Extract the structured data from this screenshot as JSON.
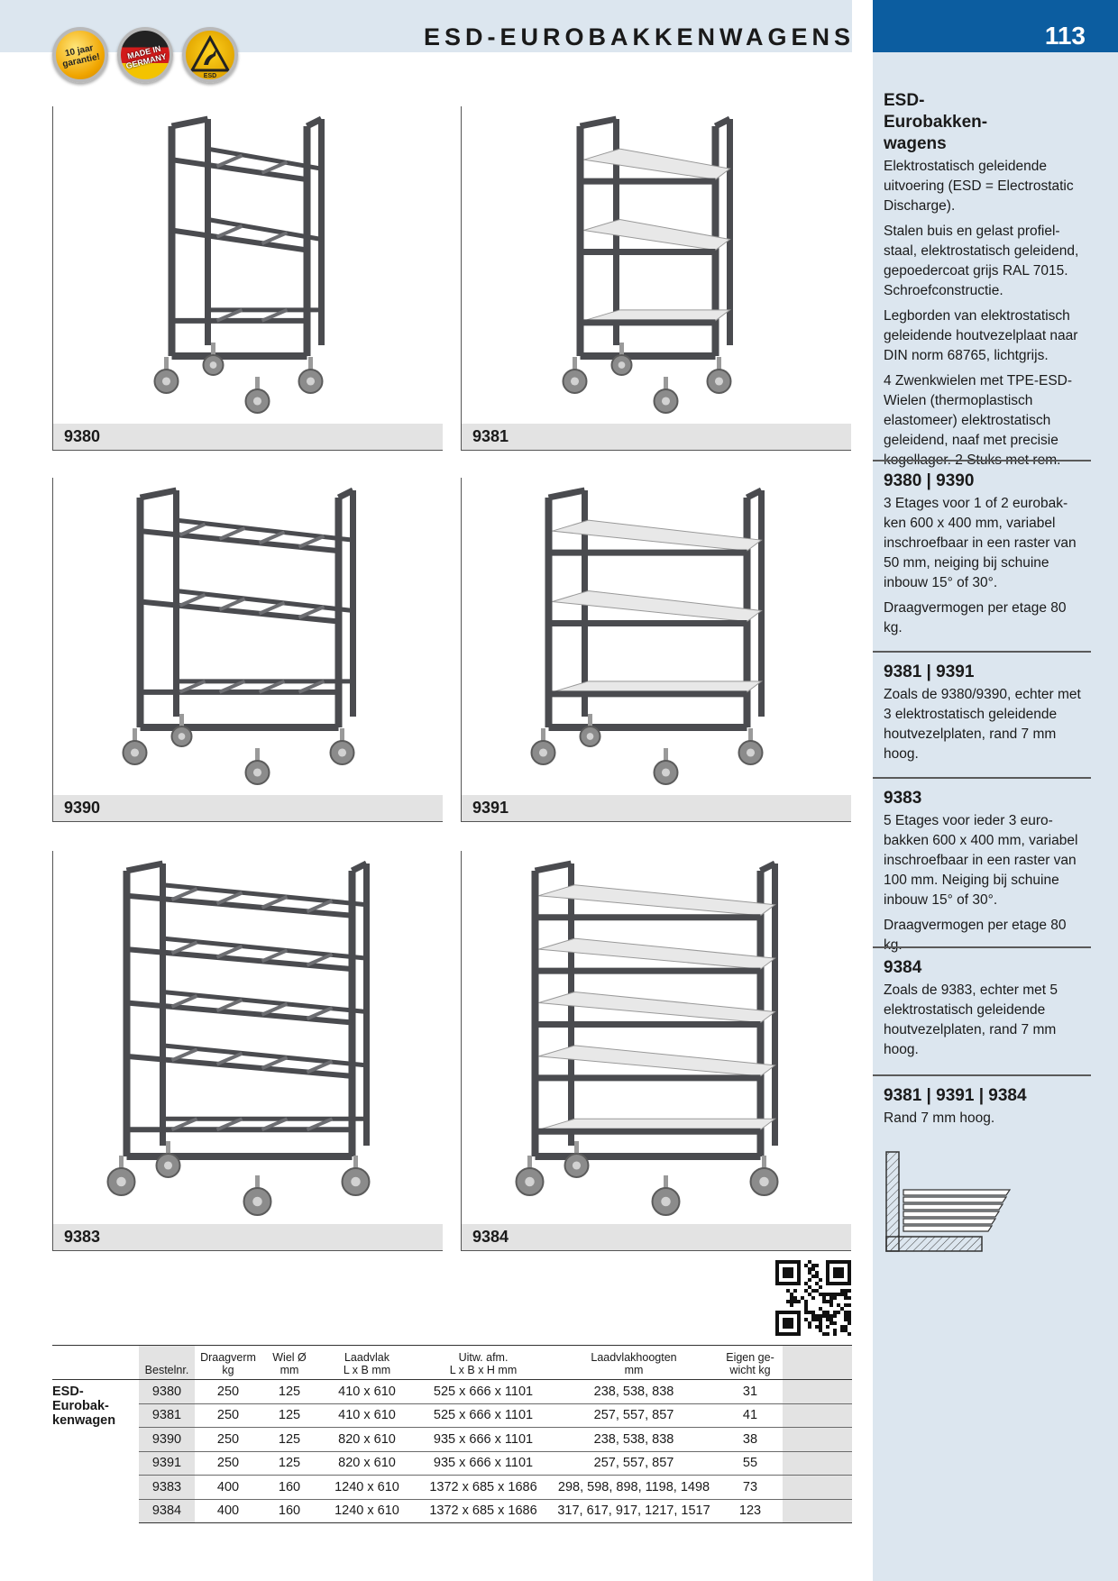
{
  "header": {
    "title": "ESD-EUROBAKKENWAGENS",
    "page_number": "113",
    "badges": {
      "guarantee": "10 jaar garantie!",
      "germany": "MADE IN GERMANY",
      "esd": "ESD"
    }
  },
  "photos": [
    {
      "id": "9380",
      "label": "9380",
      "type": "open-frame-3"
    },
    {
      "id": "9381",
      "label": "9381",
      "type": "shelves-3"
    },
    {
      "id": "9390",
      "label": "9390",
      "type": "open-frame-3-wide"
    },
    {
      "id": "9391",
      "label": "9391",
      "type": "shelves-3-wide"
    },
    {
      "id": "9383",
      "label": "9383",
      "type": "open-frame-5"
    },
    {
      "id": "9384",
      "label": "9384",
      "type": "shelves-5"
    }
  ],
  "sidebar": {
    "intro": {
      "heading": "ESD-Eurobakken-wagens",
      "paragraphs": [
        "Elektrostatisch geleidende uitvoering (ESD = Electrostatic Discharge).",
        "Stalen buis en gelast profiel-staal, elektrostatisch geleidend, gepoedercoat grijs RAL 7015. Schroefconstructie.",
        "Legborden van elektrostatisch geleidende houtvezelplaat naar DIN norm 68765, lichtgrijs.",
        "4 Zwenkwielen met TPE-ESD-Wielen (thermoplastisch elastomeer) elektrostatisch geleidend, naaf met precisie kogellager. 2 Stuks met rem."
      ]
    },
    "sections": [
      {
        "heading": "9380 | 9390",
        "paragraphs": [
          "3 Etages voor 1 of 2 eurobak-ken 600 x 400 mm, variabel inschroefbaar in een raster van 50 mm, neiging bij schuine inbouw 15° of 30°.",
          "Draagvermogen per etage 80 kg."
        ]
      },
      {
        "heading": "9381 | 9391",
        "paragraphs": [
          "Zoals de 9380/9390, echter met 3 elektrostatisch geleidende houtvezelplaten, rand 7 mm hoog."
        ]
      },
      {
        "heading": "9383",
        "paragraphs": [
          "5 Etages voor ieder 3 euro-bakken 600 x 400 mm, variabel inschroefbaar in een raster van 100 mm. Neiging bij schuine inbouw 15° of 30°.",
          "Draagvermogen per etage 80 kg."
        ]
      },
      {
        "heading": "9384",
        "paragraphs": [
          "Zoals de 9383, echter met 5 elektrostatisch geleidende houtvezelplaten, rand 7 mm hoog."
        ]
      },
      {
        "heading": "9381 | 9391 | 9384",
        "paragraphs": [
          "Rand 7 mm hoog."
        ]
      }
    ]
  },
  "table": {
    "group_label": "ESD-Eurobak-kenwagen",
    "headers": [
      {
        "line1": "Bestelnr.",
        "line2": ""
      },
      {
        "line1": "Draagverm",
        "line2": "kg"
      },
      {
        "line1": "Wiel Ø",
        "line2": "mm"
      },
      {
        "line1": "Laadvlak",
        "line2": "L x B mm"
      },
      {
        "line1": "Uitw. afm.",
        "line2": "L x B x H mm"
      },
      {
        "line1": "Laadvlakhoogten",
        "line2": "mm"
      },
      {
        "line1": "Eigen ge-",
        "line2": "wicht kg"
      }
    ],
    "rows": [
      [
        "9380",
        "250",
        "125",
        "410 x 610",
        "525 x 666 x 1101",
        "238, 538, 838",
        "31"
      ],
      [
        "9381",
        "250",
        "125",
        "410 x 610",
        "525 x 666 x 1101",
        "257, 557, 857",
        "41"
      ],
      [
        "9390",
        "250",
        "125",
        "820 x 610",
        "935 x 666 x 1101",
        "238, 538, 838",
        "38"
      ],
      [
        "9391",
        "250",
        "125",
        "820 x 610",
        "935 x 666 x 1101",
        "257, 557, 857",
        "55"
      ],
      [
        "9383",
        "400",
        "160",
        "1240 x 610",
        "1372 x 685 x 1686",
        "298, 598, 898, 1198, 1498",
        "73"
      ],
      [
        "9384",
        "400",
        "160",
        "1240 x 610",
        "1372 x 685 x 1686",
        "317, 617, 917, 1217, 1517",
        "123"
      ]
    ]
  },
  "colors": {
    "accent_blue": "#0c5da0",
    "panel_blue": "#dce6ef",
    "frame_gray": "#4a4b4f",
    "shelf_gray": "#e8e8e8",
    "caption_gray": "#e3e3e3"
  }
}
